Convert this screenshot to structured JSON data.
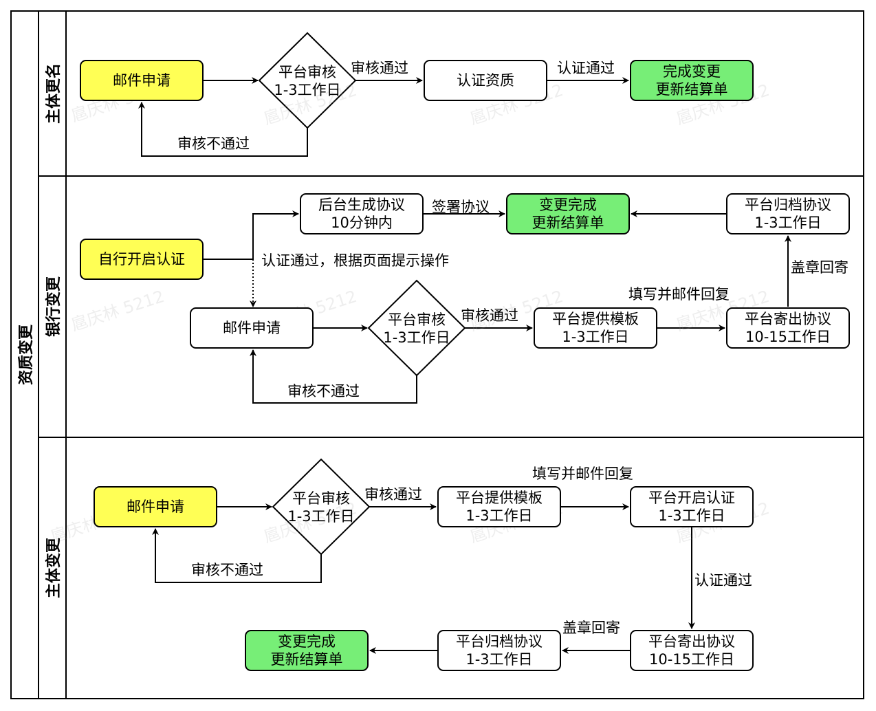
{
  "pool": {
    "title": "资质变更"
  },
  "lanes": [
    {
      "title": "主体更名"
    },
    {
      "title": "银行变更"
    },
    {
      "title": "主体变更"
    }
  ],
  "watermark": "扈庆林 5212",
  "lane1": {
    "apply": "邮件申请",
    "review": [
      "平台审核",
      "1-3工作日"
    ],
    "verify": "认证资质",
    "done": [
      "完成变更",
      "更新结算单"
    ],
    "edge_pass": "审核通过",
    "edge_cert": "认证通过",
    "edge_fail": "审核不通过"
  },
  "lane2": {
    "self_open": "自行开启认证",
    "gen": [
      "后台生成协议",
      "10分钟内"
    ],
    "done": [
      "变更完成",
      "更新结算单"
    ],
    "archive": [
      "平台归档协议",
      "1-3工作日"
    ],
    "apply": "邮件申请",
    "review": [
      "平台审核",
      "1-3工作日"
    ],
    "template": [
      "平台提供模板",
      "1-3工作日"
    ],
    "send": [
      "平台寄出协议",
      "10-15工作日"
    ],
    "edge_sign": "签署协议",
    "edge_cert_hint": "认证通过，根据页面提示操作",
    "edge_stamp": "盖章回寄",
    "edge_fill": "填写并邮件回复",
    "edge_pass": "审核通过",
    "edge_fail": "审核不通过"
  },
  "lane3": {
    "apply": "邮件申请",
    "review": [
      "平台审核",
      "1-3工作日"
    ],
    "template": [
      "平台提供模板",
      "1-3工作日"
    ],
    "open_cert": [
      "平台开启认证",
      "1-3工作日"
    ],
    "send": [
      "平台寄出协议",
      "10-15工作日"
    ],
    "archive": [
      "平台归档协议",
      "1-3工作日"
    ],
    "done": [
      "变更完成",
      "更新结算单"
    ],
    "edge_pass": "审核通过",
    "edge_fill": "填写并邮件回复",
    "edge_cert": "认证通过",
    "edge_stamp": "盖章回寄",
    "edge_fail": "审核不通过"
  }
}
